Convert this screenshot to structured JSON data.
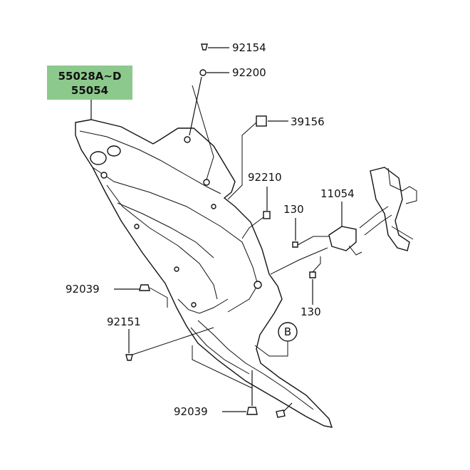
{
  "highlight": {
    "color": "#8cc98c",
    "lines": [
      "55028A~D",
      "55054"
    ]
  },
  "callouts": [
    {
      "id": "c1",
      "text": "92154"
    },
    {
      "id": "c2",
      "text": "92200"
    },
    {
      "id": "c3",
      "text": "39156"
    },
    {
      "id": "c4",
      "text": "92210"
    },
    {
      "id": "c5",
      "text": "11054"
    },
    {
      "id": "c6",
      "text": "130"
    },
    {
      "id": "c7",
      "text": "92039"
    },
    {
      "id": "c8",
      "text": "130"
    },
    {
      "id": "c9",
      "text": "92151"
    },
    {
      "id": "c10",
      "text": "92039"
    }
  ],
  "reference": {
    "text": "B"
  }
}
